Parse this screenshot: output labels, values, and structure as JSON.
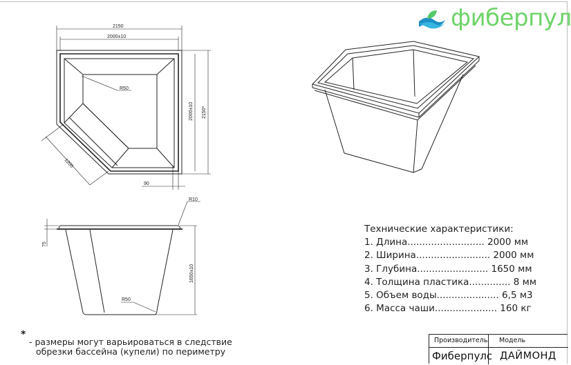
{
  "brand": {
    "name": "фиберпулс",
    "color": "#6fd36a",
    "icon": "wave-leaf-logo-icon"
  },
  "plan_view": {
    "dims": {
      "width_total": "2150",
      "width_inner": "2000±10",
      "height_inner": "2000±10",
      "height_total": "2150*",
      "corner_radius": "R50",
      "bench": "1200",
      "rim": "90"
    }
  },
  "section_view": {
    "dims": {
      "rim_radius": "R10",
      "rim_height": "75",
      "depth": "1650±10",
      "bottom_radius": "R50"
    }
  },
  "specs": {
    "title": "Технические характеристики:",
    "items": [
      "1. Длина.......................... 2000 мм",
      "2. Ширина......................... 2000 мм",
      "3. Глубина........................ 1650 мм",
      "4. Толщина пластика.............. 8 мм",
      "5. Объем воды..................... 6,5 м3",
      "6. Масса чаши..................... 160 кг"
    ]
  },
  "note": {
    "star": "*",
    "line1": "- размеры могут варьироваться в следствие",
    "line2": "обрезки бассейна (купели) по периметру"
  },
  "title_block": {
    "manufacturer_label": "Производитель",
    "model_label": "Модель",
    "manufacturer": "Фиберпулс",
    "model": "ДАЙМОНД"
  }
}
